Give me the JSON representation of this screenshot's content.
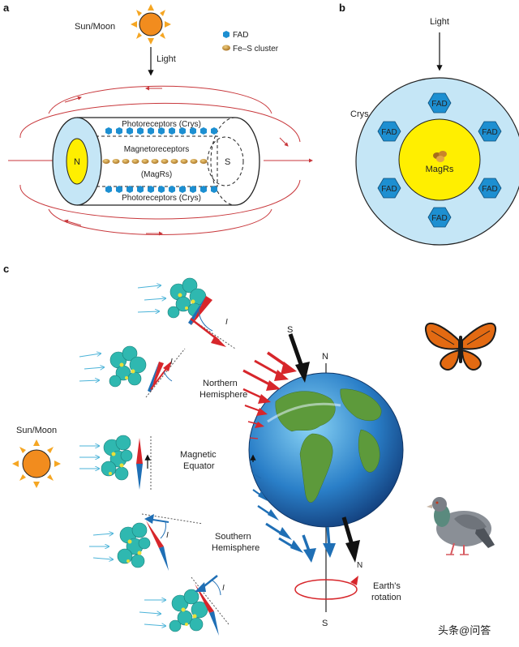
{
  "colors": {
    "field_line": "#c8373b",
    "sun": "#f28c1e",
    "sun_rays": "#f5a623",
    "fad": "#1d8fd1",
    "cyl_face": "#c5e6f6",
    "core": "#ffef00",
    "arrow_red": "#d7262b",
    "arrow_blue": "#1f6fb5",
    "arrow_black": "#111111",
    "light_ray": "#4bb3d8",
    "protein": "#2fb8b0"
  },
  "panel_a": {
    "tag": "a",
    "sun_label": "Sun/Moon",
    "light_label": "Light",
    "legend": {
      "fad": "FAD",
      "fes": "Fe–S cluster"
    },
    "pole_n": "N",
    "pole_s": "S",
    "photoreceptors_top": "Photoreceptors (Crys)",
    "magnetoreceptors": "Magnetoreceptors",
    "magrs": "(MagRs)",
    "photoreceptors_bottom": "Photoreceptors (Crys)"
  },
  "panel_b": {
    "tag": "b",
    "light_label": "Light",
    "crys_label": "Crys",
    "fad_labels": [
      "FAD",
      "FAD",
      "FAD",
      "FAD",
      "FAD",
      "FAD"
    ],
    "magrs_label": "MagRs"
  },
  "panel_c": {
    "tag": "c",
    "sun_label": "Sun/Moon",
    "northern": [
      "Northern",
      "Hemisphere"
    ],
    "equator": [
      "Magnetic",
      "Equator"
    ],
    "southern": [
      "Southern",
      "Hemisphere"
    ],
    "incl_label": "I",
    "globe_n": "N",
    "globe_s": "S",
    "field_s": "S",
    "rotation_n": "N",
    "rotation": [
      "Earth's",
      "rotation"
    ]
  },
  "watermark": "头条@问答"
}
